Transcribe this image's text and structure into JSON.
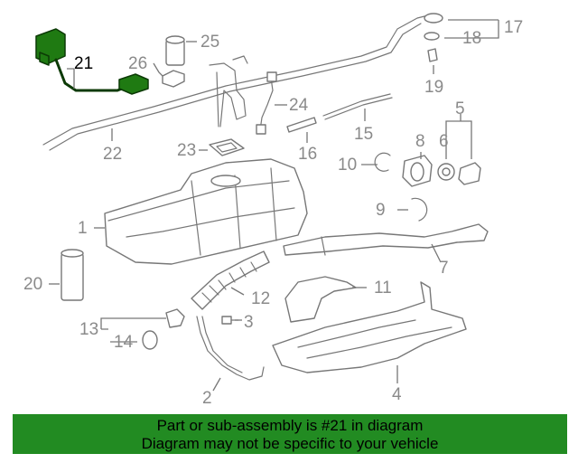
{
  "diagram": {
    "highlighted_part": "21",
    "callouts": [
      "1",
      "2",
      "3",
      "4",
      "5",
      "6",
      "7",
      "8",
      "9",
      "10",
      "11",
      "12",
      "13",
      "14",
      "15",
      "16",
      "17",
      "18",
      "19",
      "20",
      "21",
      "22",
      "23",
      "24",
      "25",
      "26"
    ]
  },
  "banner": {
    "line1": "Part or sub-assembly is #21 in diagram",
    "line2": "Diagram may not be specific to your vehicle",
    "color": "#228b22"
  }
}
